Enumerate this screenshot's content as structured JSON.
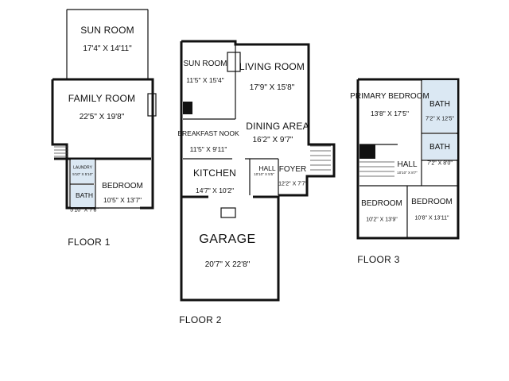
{
  "floors": [
    {
      "label": "FLOOR 1",
      "rooms": [
        {
          "name": "SUN ROOM",
          "dims": "17'4\" X 14'11\""
        },
        {
          "name": "FAMILY ROOM",
          "dims": "22'5\" X 19'8\""
        },
        {
          "name": "LAUNDRY",
          "dims": "5'10\" X 5'10\""
        },
        {
          "name": "BATH",
          "dims": "5'10\" X 7'8\""
        },
        {
          "name": "BEDROOM",
          "dims": "10'5\" X 13'7\""
        }
      ]
    },
    {
      "label": "FLOOR 2",
      "rooms": [
        {
          "name": "SUN ROOM",
          "dims": "11'5\" X 15'4\""
        },
        {
          "name": "LIVING ROOM",
          "dims": "17'9\" X 15'8\""
        },
        {
          "name": "BREAKFAST NOOK",
          "dims": "11'5\" X 9'11\""
        },
        {
          "name": "DINING AREA",
          "dims": "16'2\" X 9'7\""
        },
        {
          "name": "KITCHEN",
          "dims": "14'7\" X 10'2\""
        },
        {
          "name": "HALL",
          "dims": "10'10\" X 5'5\""
        },
        {
          "name": "FOYER",
          "dims": "12'2\" X 7'7\""
        },
        {
          "name": "GARAGE",
          "dims": "20'7\" X 22'8\""
        }
      ]
    },
    {
      "label": "FLOOR 3",
      "rooms": [
        {
          "name": "PRIMARY BEDROOM",
          "dims": "13'8\" X 17'5\""
        },
        {
          "name": "BATH",
          "dims": "7'2\" X 12'5\""
        },
        {
          "name": "BATH",
          "dims": "7'2\" X 8'0\""
        },
        {
          "name": "HALL",
          "dims": "10'10\" X 8'7\""
        },
        {
          "name": "BEDROOM",
          "dims": "10'2\" X 13'9\""
        },
        {
          "name": "BEDROOM",
          "dims": "10'8\" X 13'11\""
        }
      ]
    }
  ],
  "colors": {
    "wall": "#111111",
    "bath_fill": "#dbe8f3",
    "window": "#9a9a9a"
  }
}
